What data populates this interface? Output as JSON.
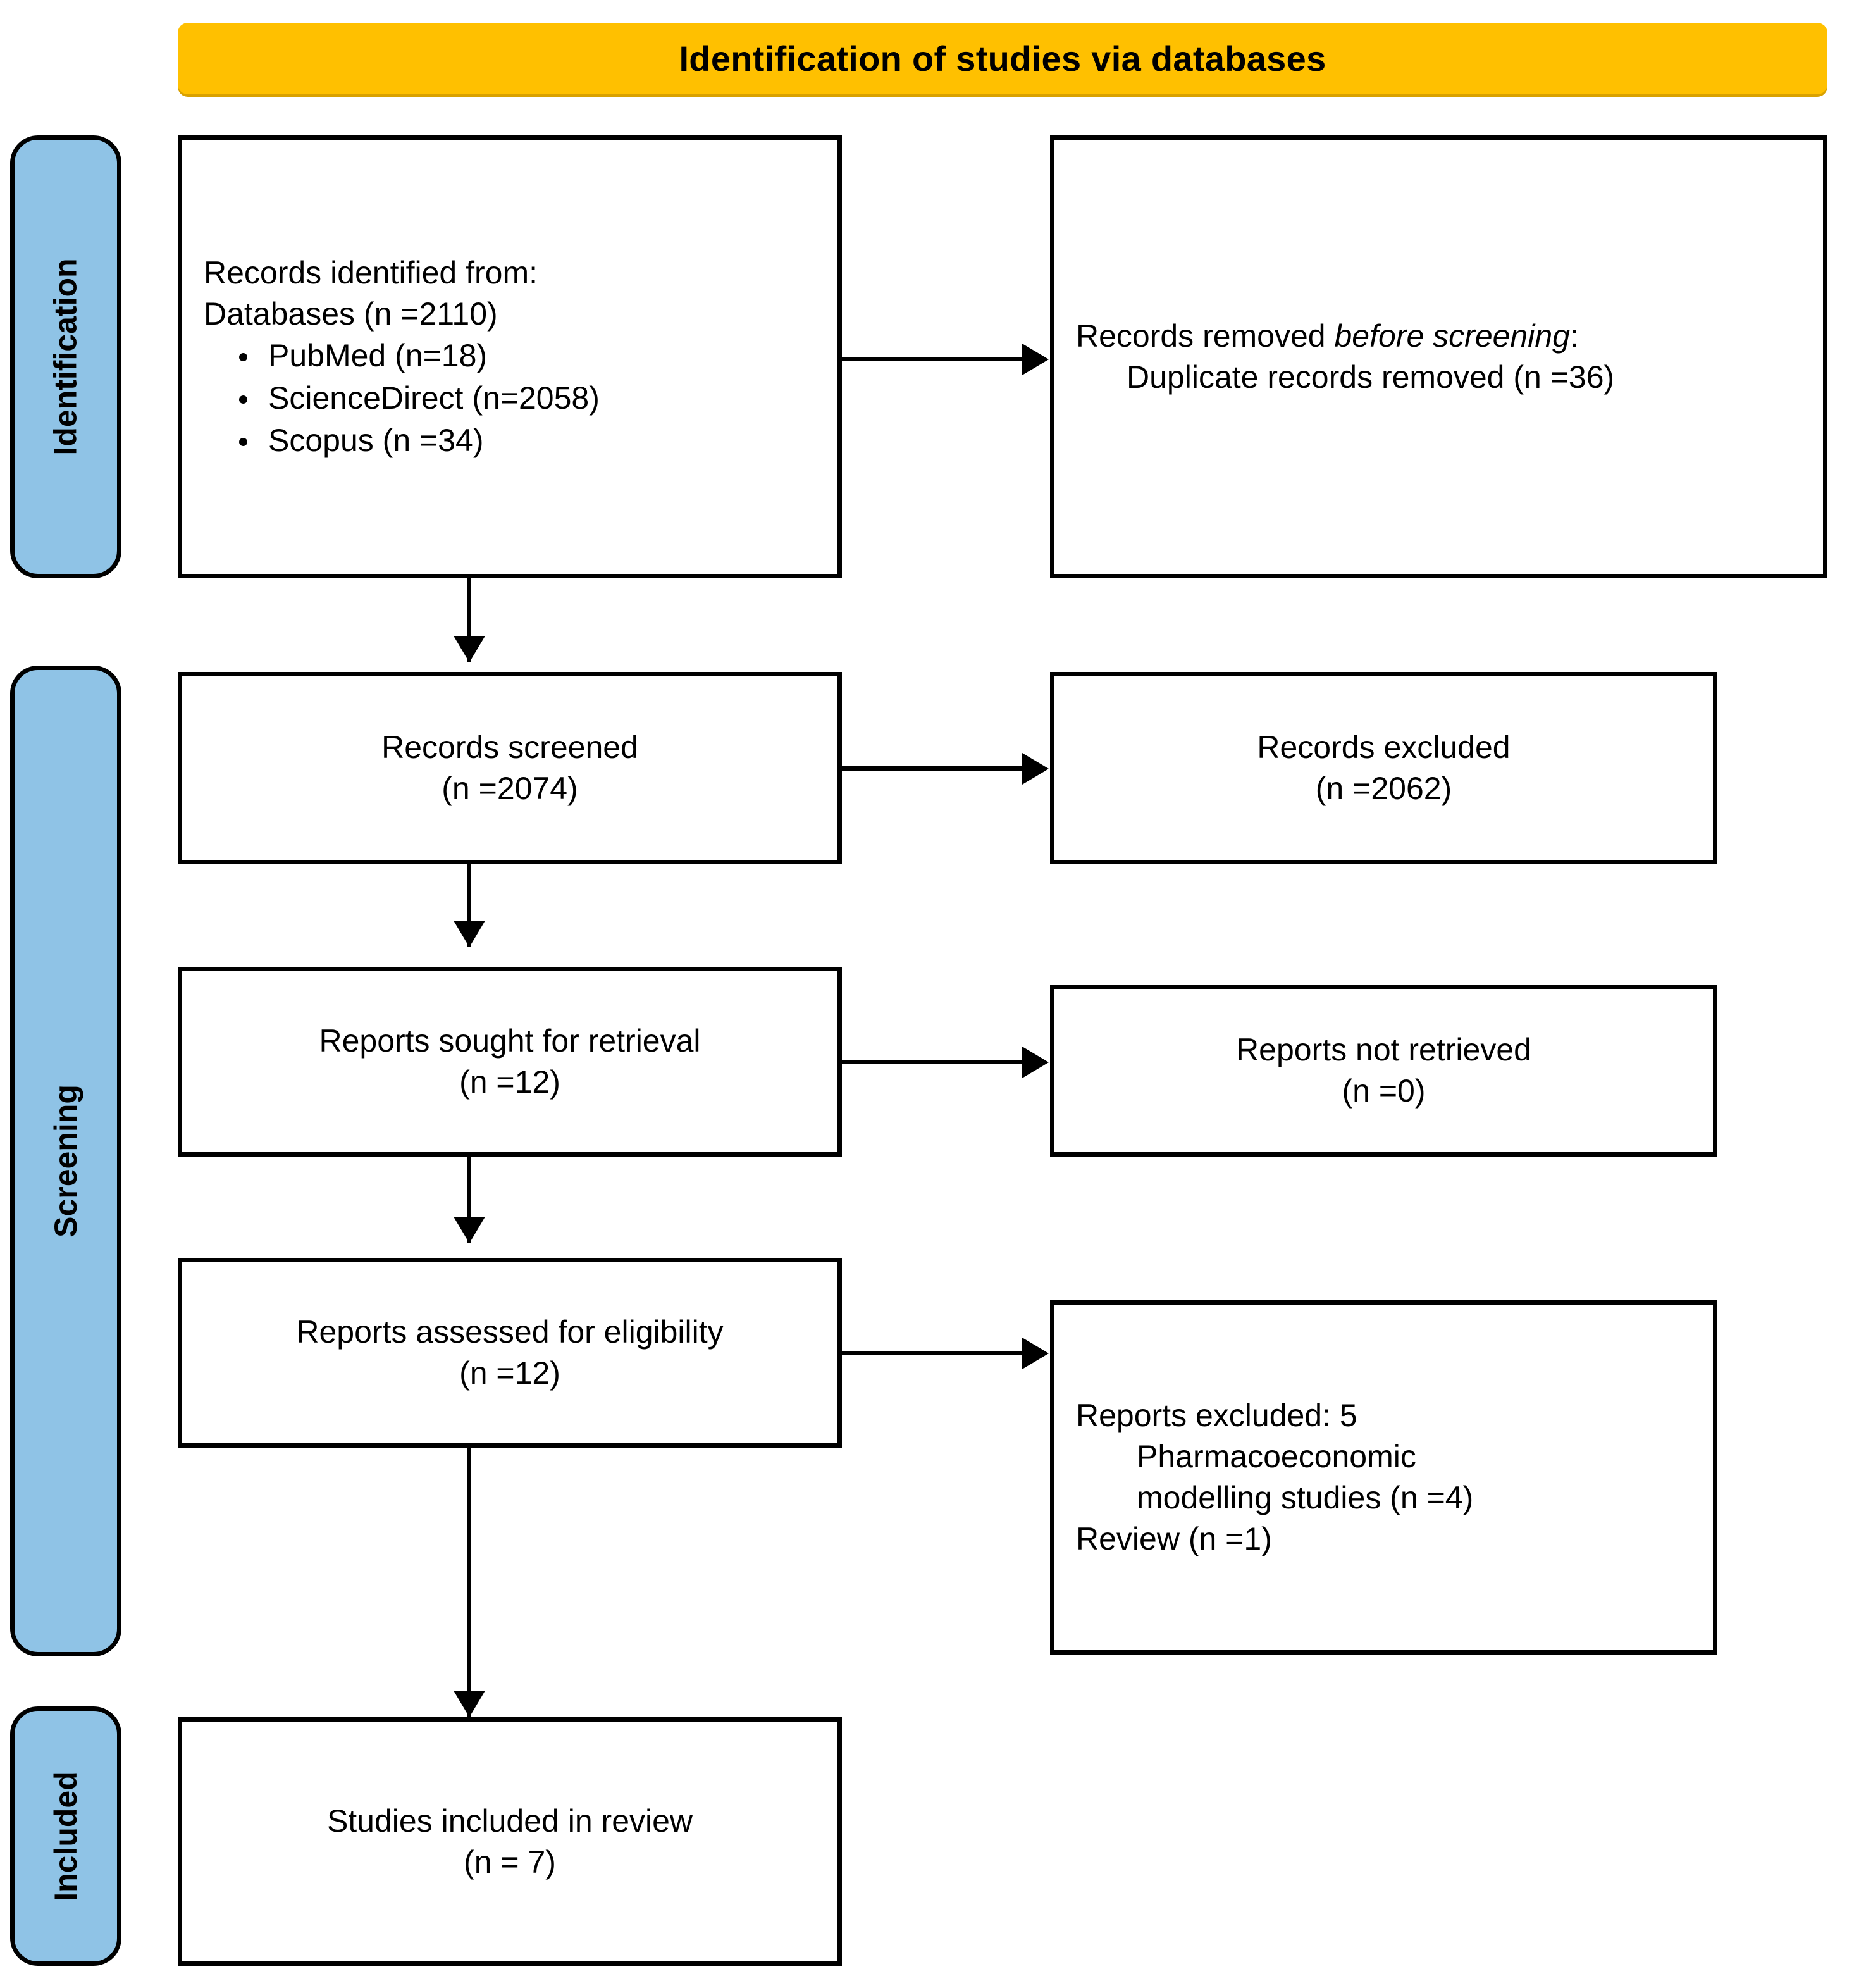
{
  "header": {
    "title": "Identification of studies via databases",
    "background_color": "#FFC000"
  },
  "stages": [
    {
      "key": "identification",
      "label": "Identification"
    },
    {
      "key": "screening",
      "label": "Screening"
    },
    {
      "key": "included",
      "label": "Included"
    }
  ],
  "stage_color": "#8FC3E6",
  "boxes": {
    "identified": {
      "line1": "Records identified from:",
      "line2": "Databases (n =2110)",
      "bullets": [
        "PubMed (n=18)",
        "ScienceDirect (n=2058)",
        "Scopus (n =34)"
      ]
    },
    "removed_before_screening": {
      "line1_prefix": "Records removed ",
      "line1_italic": "before screening",
      "line1_suffix": ":",
      "line2": "Duplicate records removed (n =36)"
    },
    "records_screened": {
      "line1": "Records screened",
      "line2": "(n =2074)"
    },
    "records_excluded": {
      "line1": "Records excluded",
      "line2": "(n =2062)"
    },
    "reports_sought": {
      "line1": "Reports sought for retrieval",
      "line2": "(n =12)"
    },
    "reports_not_retrieved": {
      "line1": "Reports not retrieved",
      "line2": "(n =0)"
    },
    "reports_assessed": {
      "line1": "Reports assessed for eligibility",
      "line2": "(n =12)"
    },
    "reports_excluded": {
      "line1": "Reports excluded: 5",
      "line2": "Pharmacoeconomic",
      "line3": "modelling studies (n =4)",
      "line4": "Review (n =1)"
    },
    "studies_included": {
      "line1": "Studies included in review",
      "line2": "(n = 7)"
    }
  },
  "chart_data": {
    "type": "diagram",
    "title": "Identification of studies via databases",
    "nodes": [
      {
        "id": "identified",
        "stage": "Identification",
        "column": "left",
        "label": "Records identified from: Databases (n =2110)",
        "n": 2110,
        "sources": [
          {
            "name": "PubMed",
            "n": 18
          },
          {
            "name": "ScienceDirect",
            "n": 2058
          },
          {
            "name": "Scopus",
            "n": 34
          }
        ]
      },
      {
        "id": "removed_before_screening",
        "stage": "Identification",
        "column": "right",
        "label": "Records removed before screening: Duplicate records removed (n =36)",
        "n": 36
      },
      {
        "id": "records_screened",
        "stage": "Screening",
        "column": "left",
        "label": "Records screened (n =2074)",
        "n": 2074
      },
      {
        "id": "records_excluded",
        "stage": "Screening",
        "column": "right",
        "label": "Records excluded (n =2062)",
        "n": 2062
      },
      {
        "id": "reports_sought",
        "stage": "Screening",
        "column": "left",
        "label": "Reports sought for retrieval (n =12)",
        "n": 12
      },
      {
        "id": "reports_not_retrieved",
        "stage": "Screening",
        "column": "right",
        "label": "Reports not retrieved (n =0)",
        "n": 0
      },
      {
        "id": "reports_assessed",
        "stage": "Screening",
        "column": "left",
        "label": "Reports assessed for eligibility (n =12)",
        "n": 12
      },
      {
        "id": "reports_excluded",
        "stage": "Screening",
        "column": "right",
        "label": "Reports excluded: 5",
        "n": 5,
        "reasons": [
          {
            "name": "Pharmacoeconomic modelling studies",
            "n": 4
          },
          {
            "name": "Review",
            "n": 1
          }
        ]
      },
      {
        "id": "studies_included",
        "stage": "Included",
        "column": "left",
        "label": "Studies included in review (n = 7)",
        "n": 7
      }
    ],
    "edges": [
      {
        "from": "identified",
        "to": "removed_before_screening",
        "direction": "right"
      },
      {
        "from": "identified",
        "to": "records_screened",
        "direction": "down"
      },
      {
        "from": "records_screened",
        "to": "records_excluded",
        "direction": "right"
      },
      {
        "from": "records_screened",
        "to": "reports_sought",
        "direction": "down"
      },
      {
        "from": "reports_sought",
        "to": "reports_not_retrieved",
        "direction": "right"
      },
      {
        "from": "reports_sought",
        "to": "reports_assessed",
        "direction": "down"
      },
      {
        "from": "reports_assessed",
        "to": "reports_excluded",
        "direction": "right"
      },
      {
        "from": "reports_assessed",
        "to": "studies_included",
        "direction": "down"
      }
    ]
  }
}
